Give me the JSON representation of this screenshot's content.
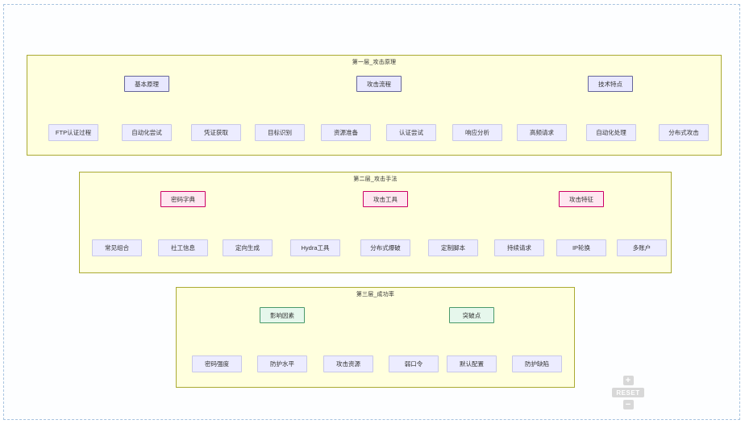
{
  "canvas": {
    "background_color": "#ffffff",
    "frame_border_color": "#a8c4e0"
  },
  "colors": {
    "cluster_fill": "#ffffde",
    "cluster_border": "#aaaa33",
    "leaf_fill": "#ececff",
    "leaf_border": "#c9c9e8",
    "root_border_blue": "#666699",
    "root_border_purple": "#9370db",
    "root_border_pink": "#cc0066",
    "root_border_green": "#4a9a6a",
    "edge_stroke": "#7b7b55",
    "text": "#333333"
  },
  "layers": [
    {
      "id": "layer1",
      "title": "第一层_攻击原理",
      "groups": [
        {
          "parent": "基本原理",
          "parent_style": "n-blue dark",
          "children": [
            "FTP认证过程",
            "自动化尝试",
            "凭证获取"
          ]
        },
        {
          "parent": "攻击流程",
          "parent_style": "n-blue dark",
          "children": [
            "目标识别",
            "资源准备",
            "认证尝试",
            "响应分析"
          ]
        },
        {
          "parent": "技术特点",
          "parent_style": "n-blue dark",
          "children": [
            "高频请求",
            "自动化处理",
            "分布式攻击"
          ]
        }
      ]
    },
    {
      "id": "layer2",
      "title": "第二层_攻击手法",
      "groups": [
        {
          "parent": "密码字典",
          "parent_style": "n-pink",
          "children": [
            "常见组合",
            "社工信息",
            "定向生成"
          ]
        },
        {
          "parent": "攻击工具",
          "parent_style": "n-pink",
          "children": [
            "Hydra工具",
            "分布式爆破",
            "定制脚本"
          ]
        },
        {
          "parent": "攻击特征",
          "parent_style": "n-pink",
          "children": [
            "持续请求",
            "IP轮换",
            "多账户"
          ]
        }
      ]
    },
    {
      "id": "layer3",
      "title": "第三层_成功率",
      "groups": [
        {
          "parent": "影响因素",
          "parent_style": "n-green",
          "children": [
            "密码强度",
            "防护水平",
            "攻击资源"
          ]
        },
        {
          "parent": "突破点",
          "parent_style": "n-green",
          "children": [
            "弱口令",
            "默认配置",
            "防护缺陷"
          ]
        }
      ]
    }
  ],
  "controls": {
    "zoom_in_label": "+",
    "reset_label": "RESET",
    "zoom_out_label": "−"
  }
}
